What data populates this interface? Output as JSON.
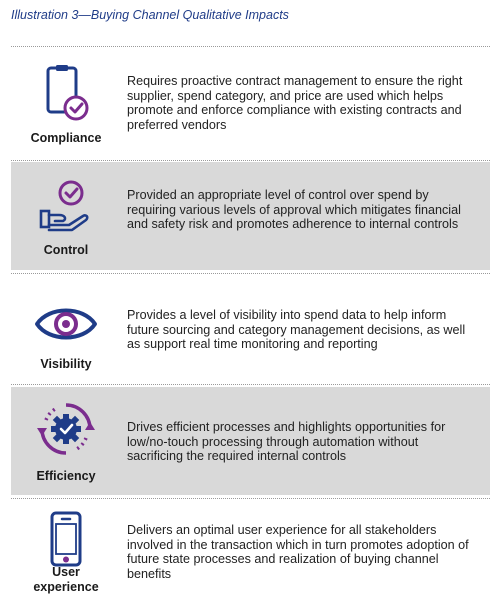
{
  "title": "Illustration 3—Buying Channel Qualitative Impacts",
  "colors": {
    "icon_blue": "#1f3c88",
    "icon_purple": "#7b2d8e",
    "shade": "#d9d9d9",
    "title": "#1f3c88"
  },
  "rows": [
    {
      "label": "Compliance",
      "icon": "clipboard-check-icon",
      "description": "Requires proactive contract management to ensure the right supplier, spend category, and price are used which helps promote and enforce compliance with existing contracts and preferred vendors"
    },
    {
      "label": "Control",
      "icon": "hand-check-icon",
      "description": "Provided an appropriate level of control over spend by requiring various levels of approval which mitigates financial and safety risk and promotes adherence to internal controls"
    },
    {
      "label": "Visibility",
      "icon": "eye-icon",
      "description": "Provides a level of visibility into spend data to help inform future sourcing and category management decisions, as well as support real time monitoring and reporting"
    },
    {
      "label": "Efficiency",
      "icon": "gear-cycle-icon",
      "description": "Drives efficient processes and highlights opportunities for low/no-touch processing through automation without sacrificing the required internal controls"
    },
    {
      "label": "User experience",
      "icon": "mobile-phone-icon",
      "description": "Delivers an optimal user experience for all stakeholders involved in the transaction which in turn promotes adoption of future state processes and realization of buying channel benefits"
    }
  ]
}
